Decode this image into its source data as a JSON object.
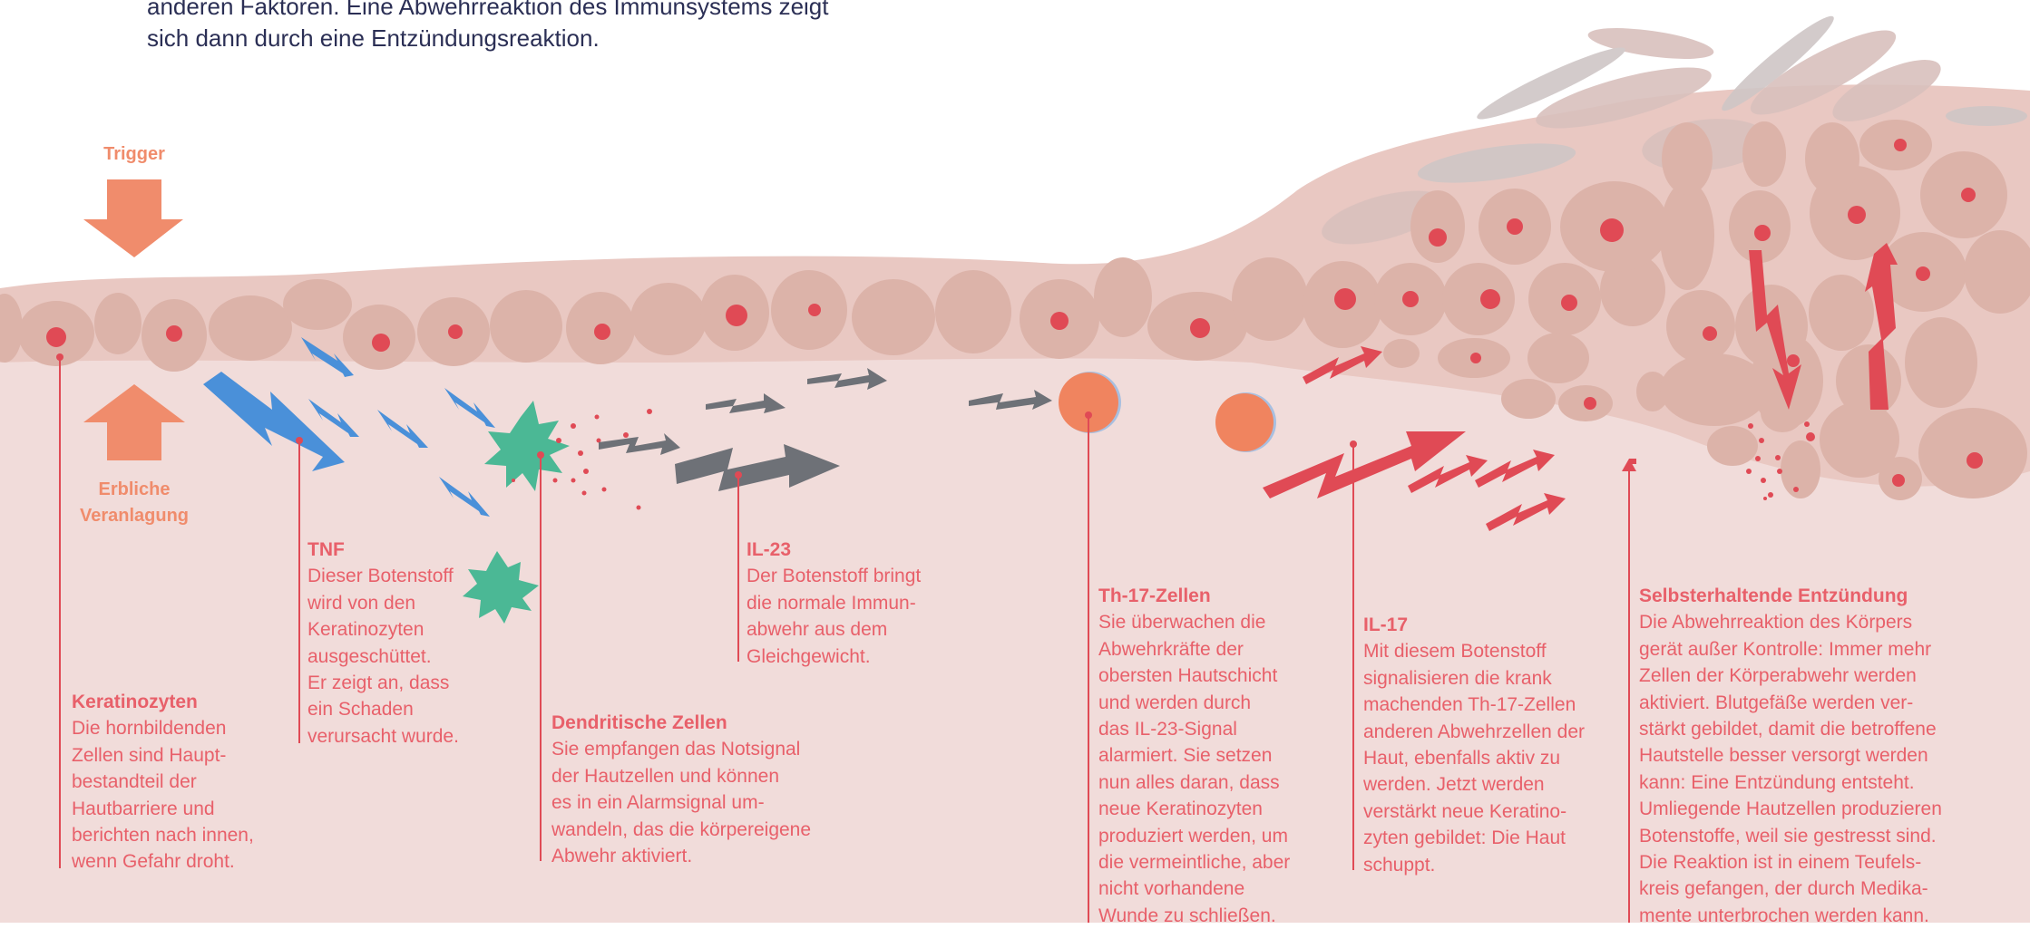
{
  "intro": {
    "line1": "anderen Faktoren. Eine Abwehrreaktion des Immunsystems zeigt",
    "line2": "sich dann durch eine Entzündungsreaktion."
  },
  "trigger_label": "Trigger",
  "inheritance_label": "Erbliche\nVeranlagung",
  "labels": {
    "keratinocytes": {
      "title": "Keratinozyten",
      "text": "Die hornbildenden\nZellen sind Haupt-\nbestandteil der\nHautbarriere und\nberichten nach innen,\nwenn Gefahr droht."
    },
    "tnf": {
      "title": "TNF",
      "text": "Dieser Botenstoff\nwird von den\nKeratinozyten\nausgeschüttet.\nEr zeigt an, dass\nein Schaden\nverursacht wurde."
    },
    "dendritic": {
      "title": "Dendritische Zellen",
      "text": "Sie empfangen das Notsignal\nder Hautzellen und können\nes in ein Alarmsignal um-\nwandeln, das die körpereigene\nAbwehr aktiviert."
    },
    "il23": {
      "title": "IL-23",
      "text": "Der Botenstoff bringt\ndie normale Immun-\nabwehr aus dem\nGleichgewicht."
    },
    "th17": {
      "title": "Th-17-Zellen",
      "text": "Sie überwachen die\nAbwehrkräfte der\nobersten Hautschicht\nund werden durch\ndas IL-23-Signal\nalarmiert. Sie setzen\nnun alles daran, dass\nneue Keratinozyten\nproduziert werden, um\ndie vermeintliche, aber\nnicht vorhandene\nWunde zu schließen."
    },
    "il17": {
      "title": "IL-17",
      "text": "Mit diesem Botenstoff\nsignalisieren die krank\nmachenden Th-17-Zellen\nanderen Abwehrzellen der\nHaut, ebenfalls aktiv zu\nwerden. Jetzt werden\nverstärkt neue Keratino-\nzyten gebildet: Die Haut\nschuppt."
    },
    "selfsustain": {
      "title": "Selbsterhaltende Entzündung",
      "text": "Die Abwehrreaktion des Körpers\ngerät außer Kontrolle: Immer mehr\nZellen der Körperabwehr werden\naktiviert. Blutgefäße werden ver-\nstärkt gebildet, damit die betroffene\nHautstelle besser versorgt werden\nkann: Eine Entzündung entsteht.\nUmliegende Hautzellen produzieren\nBotenstoffe, weil sie gestresst sind.\nDie Reaktion ist in einem Teufels-\nkreis gefangen, der durch Medika-\nmente unterbrochen werden kann."
    }
  },
  "colors": {
    "skin_dermis": "#f1dcda",
    "skin_epidermis": "#e9c8c2",
    "cell": "#dcb3a9",
    "nucleus": "#e04a55",
    "pointer_red": "#e04a55",
    "label_red": "#e8606a",
    "orange": "#f08c6c",
    "tnf_blue": "#4a90d9",
    "il23_gray": "#6e7177",
    "dendritic_green": "#4bb895",
    "th17_orange": "#f0845f",
    "il17_red": "#e04a55",
    "intro_text": "#2b2f55"
  }
}
